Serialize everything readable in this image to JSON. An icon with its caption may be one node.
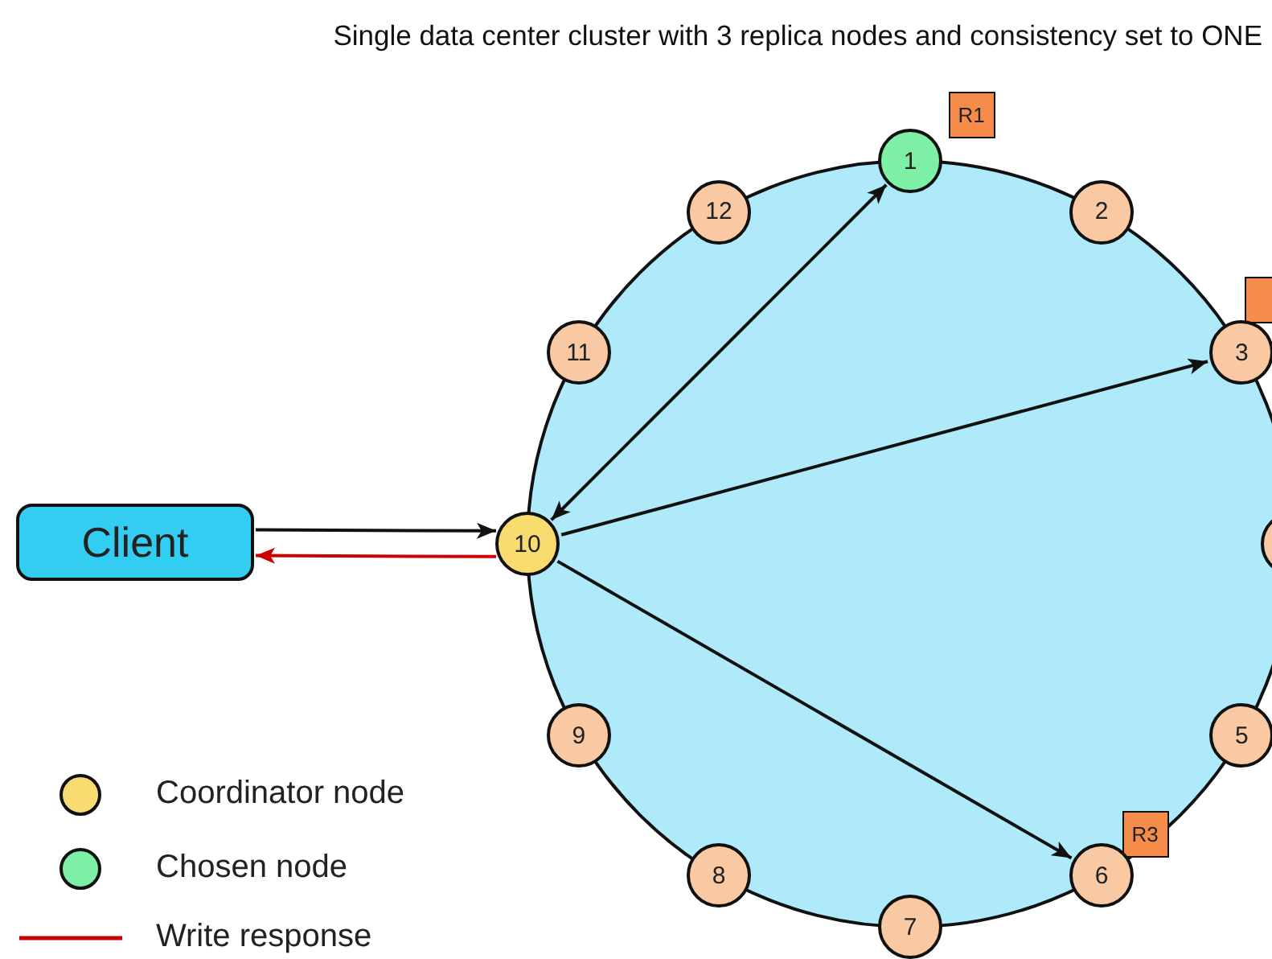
{
  "diagram": {
    "title": "Single data center cluster with 3 replica nodes and consistency set to ONE",
    "nodes": [
      {
        "text": [
          "R1"
        ]
      },
      {
        "text": [
          "1"
        ]
      },
      {
        "text": [
          "12"
        ]
      },
      {
        "text": [
          "2"
        ]
      },
      {
        "text": [],
        "shape": "box"
      },
      {
        "text": [
          "11"
        ]
      },
      {
        "text": [
          "3"
        ]
      },
      {
        "text": [
          "Client"
        ]
      },
      {
        "text": [
          "10"
        ]
      },
      {
        "text": [],
        "shape": "circle"
      },
      {
        "text": [
          "9"
        ]
      },
      {
        "text": [
          "5"
        ]
      },
      {
        "text": [
          "R3"
        ]
      },
      {
        "text": [
          "8"
        ]
      },
      {
        "text": [
          "6"
        ]
      },
      {
        "text": [
          "7"
        ]
      }
    ],
    "edges": [
      {
        "from": 7,
        "to": 8,
        "arrow": "to"
      },
      {
        "from": 8,
        "to": 7,
        "arrow": "to",
        "color": "#cc0000"
      },
      {
        "from": 8,
        "to": 1,
        "arrow": "both"
      },
      {
        "from": 8,
        "to": 6,
        "arrow": "to"
      },
      {
        "from": 8,
        "to": 14,
        "arrow": "to"
      }
    ],
    "legend": [
      {
        "text": "Coordinator node",
        "color": "#f9dc70"
      },
      {
        "text": "Chosen node",
        "color": "#7ef0a6"
      },
      {
        "text": "Write response"
      }
    ]
  }
}
